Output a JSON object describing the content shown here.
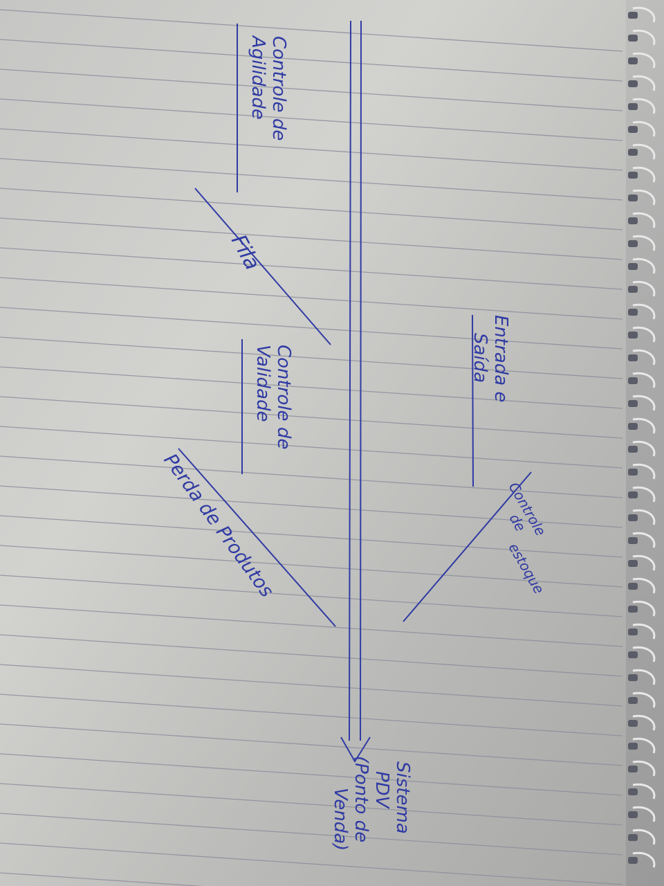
{
  "diagram": {
    "type": "fishbone",
    "effect": {
      "lines": [
        "Sistema",
        "PDV",
        "(Ponto de",
        "Venda)"
      ]
    },
    "causes": [
      {
        "id": "controle-agilidade",
        "lines": [
          "Controle de",
          "Agilidade"
        ]
      },
      {
        "id": "fila",
        "lines": [
          "Fila"
        ]
      },
      {
        "id": "controle-validade",
        "lines": [
          "Controle de",
          "Validade"
        ]
      },
      {
        "id": "perda-produtos",
        "lines": [
          "Perda de Produtos"
        ]
      },
      {
        "id": "entrada-saida",
        "lines": [
          "Entrada e",
          "Saída"
        ]
      },
      {
        "id": "controle-estoque",
        "lines": [
          "Controle",
          "de",
          "estoque"
        ]
      }
    ]
  },
  "colors": {
    "ink": "#2f3aa3",
    "paper": "#cfcfcc",
    "rule": "#8d8f9c",
    "ring": "#e8e8e8",
    "shadow": "#9a9a9a"
  }
}
